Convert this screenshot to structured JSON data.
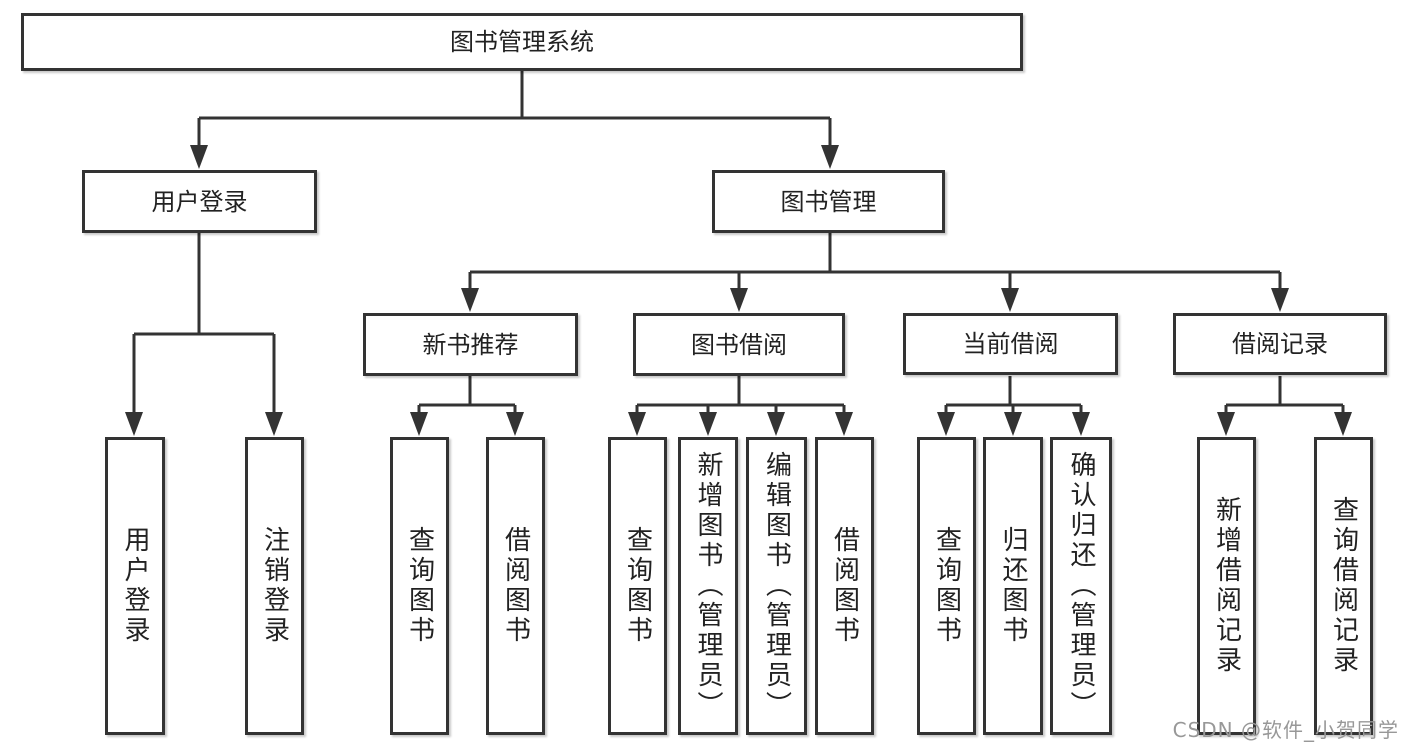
{
  "nodes": {
    "root": {
      "label": "图书管理系统"
    },
    "user_login": {
      "label": "用户登录"
    },
    "book_mgmt": {
      "label": "图书管理"
    },
    "new_book_rec": {
      "label": "新书推荐"
    },
    "book_borrow": {
      "label": "图书借阅"
    },
    "current_borrow": {
      "label": "当前借阅"
    },
    "borrow_records": {
      "label": "借阅记录"
    },
    "leaf_user_login": {
      "label": "用户登录"
    },
    "leaf_logout": {
      "label": "注销登录"
    },
    "leaf_rec_query_books": {
      "label": "查询图书"
    },
    "leaf_rec_borrow_books": {
      "label": "借阅图书"
    },
    "leaf_bb_query_books": {
      "label": "查询图书"
    },
    "leaf_bb_add_books": {
      "label": "新增图书（管理员）"
    },
    "leaf_bb_edit_books": {
      "label": "编辑图书（管理员）"
    },
    "leaf_bb_borrow_books": {
      "label": "借阅图书"
    },
    "leaf_cb_query_books": {
      "label": "查询图书"
    },
    "leaf_cb_return_books": {
      "label": "归还图书"
    },
    "leaf_cb_confirm_return": {
      "label": "确认归还（管理员）"
    },
    "leaf_br_add_record": {
      "label": "新增借阅记录"
    },
    "leaf_br_query_record": {
      "label": "查询借阅记录"
    }
  },
  "watermark": {
    "text": "CSDN @软件_小贺同学"
  },
  "colors": {
    "line": "#333333",
    "text": "#222222",
    "background": "#ffffff",
    "watermark": "#989898"
  }
}
